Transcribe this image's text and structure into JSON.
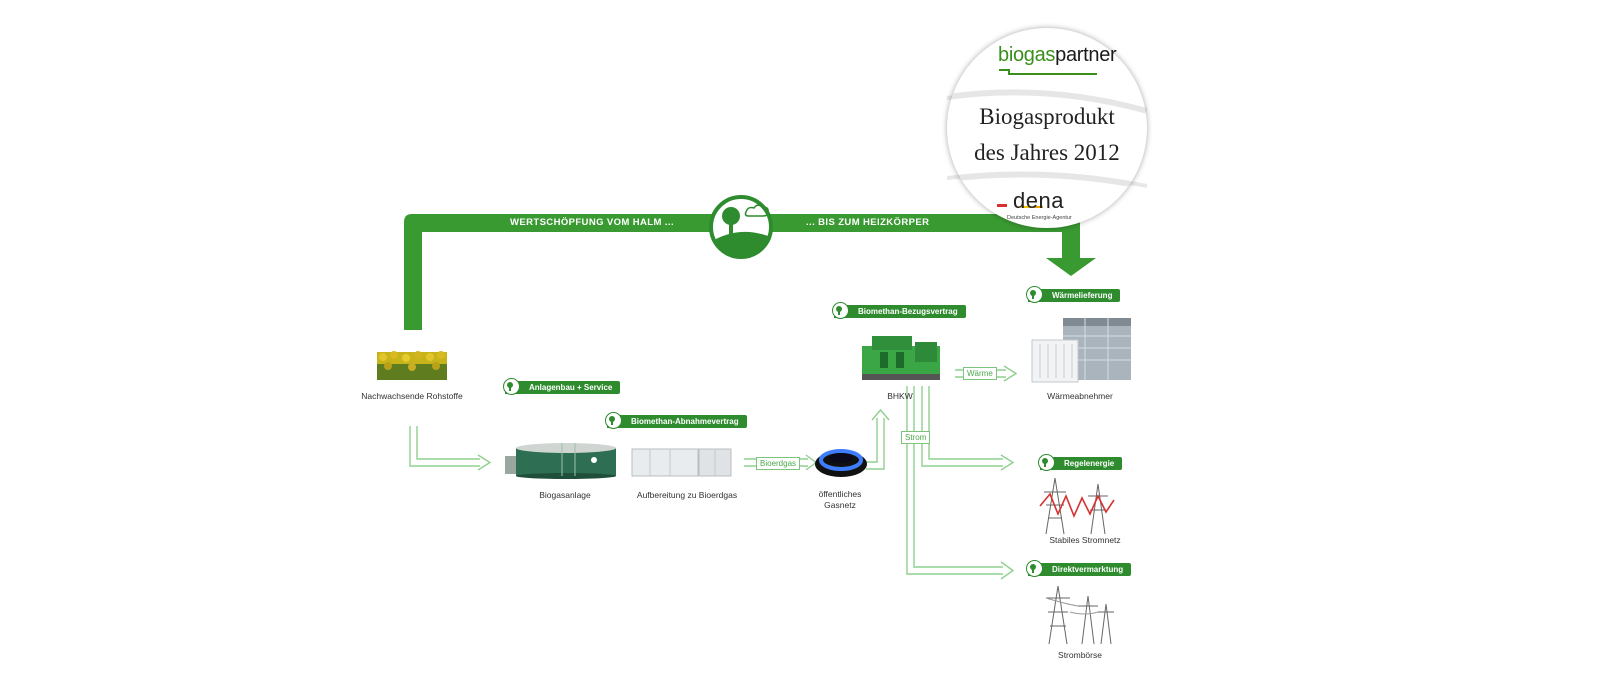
{
  "band": {
    "left_text": "WERTSCHÖPFUNG VOM HALM ...",
    "right_text": "... BIS ZUM HEIZKÖRPER",
    "color": "#3a9a32"
  },
  "seal": {
    "logo_part1": "biogas",
    "logo_part2": "partner",
    "line1": "Biogasprodukt",
    "line2": "des Jahres 2012",
    "dena_name": "dena",
    "dena_subtitle": "Deutsche Energie-Agentur"
  },
  "badges": {
    "anlagenbau": "Anlagenbau + Service",
    "abnahmevertrag": "Biomethan-Abnahmevertrag",
    "bezugsvertrag": "Biomethan-Bezugsvertrag",
    "waermelieferung": "Wärmelieferung",
    "regelenergie": "Regelenergie",
    "direktvermarktung": "Direktvermarktung"
  },
  "captions": {
    "rohstoffe": "Nachwachsende Rohstoffe",
    "biogasanlage": "Biogasanlage",
    "aufbereitung": "Aufbereitung zu Bioerdgas",
    "gasnetz_line1": "öffentliches",
    "gasnetz_line2": "Gasnetz",
    "bhkw": "BHKW",
    "waermeabnehmer": "Wärmeabnehmer",
    "stromnetz": "Stabiles Stromnetz",
    "stromboerse": "Strombörse"
  },
  "flow_labels": {
    "bioerdgas": "Bioerdgas",
    "waerme": "Wärme",
    "strom": "Strom"
  },
  "icons": [
    "tree-cloud-icon",
    "crop-field-icon",
    "biogas-tank-icon",
    "container-icon",
    "gas-flame-icon",
    "chp-engine-icon",
    "building-icon",
    "power-pylon-icon"
  ],
  "colors": {
    "green": "#2e8b2e",
    "light_green": "#7cc47c"
  }
}
